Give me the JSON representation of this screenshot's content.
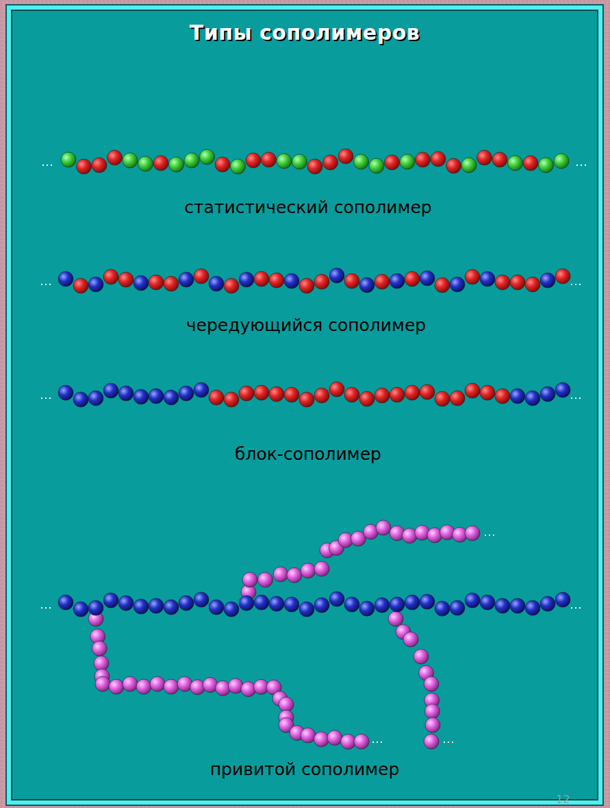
{
  "diagram": {
    "title": "Типы сополимеров",
    "labels": [
      "статистический сополимер",
      "чередующийся сополимер",
      "блок-сополимер",
      "привитой сополимер",
      "12"
    ]
  }
}
